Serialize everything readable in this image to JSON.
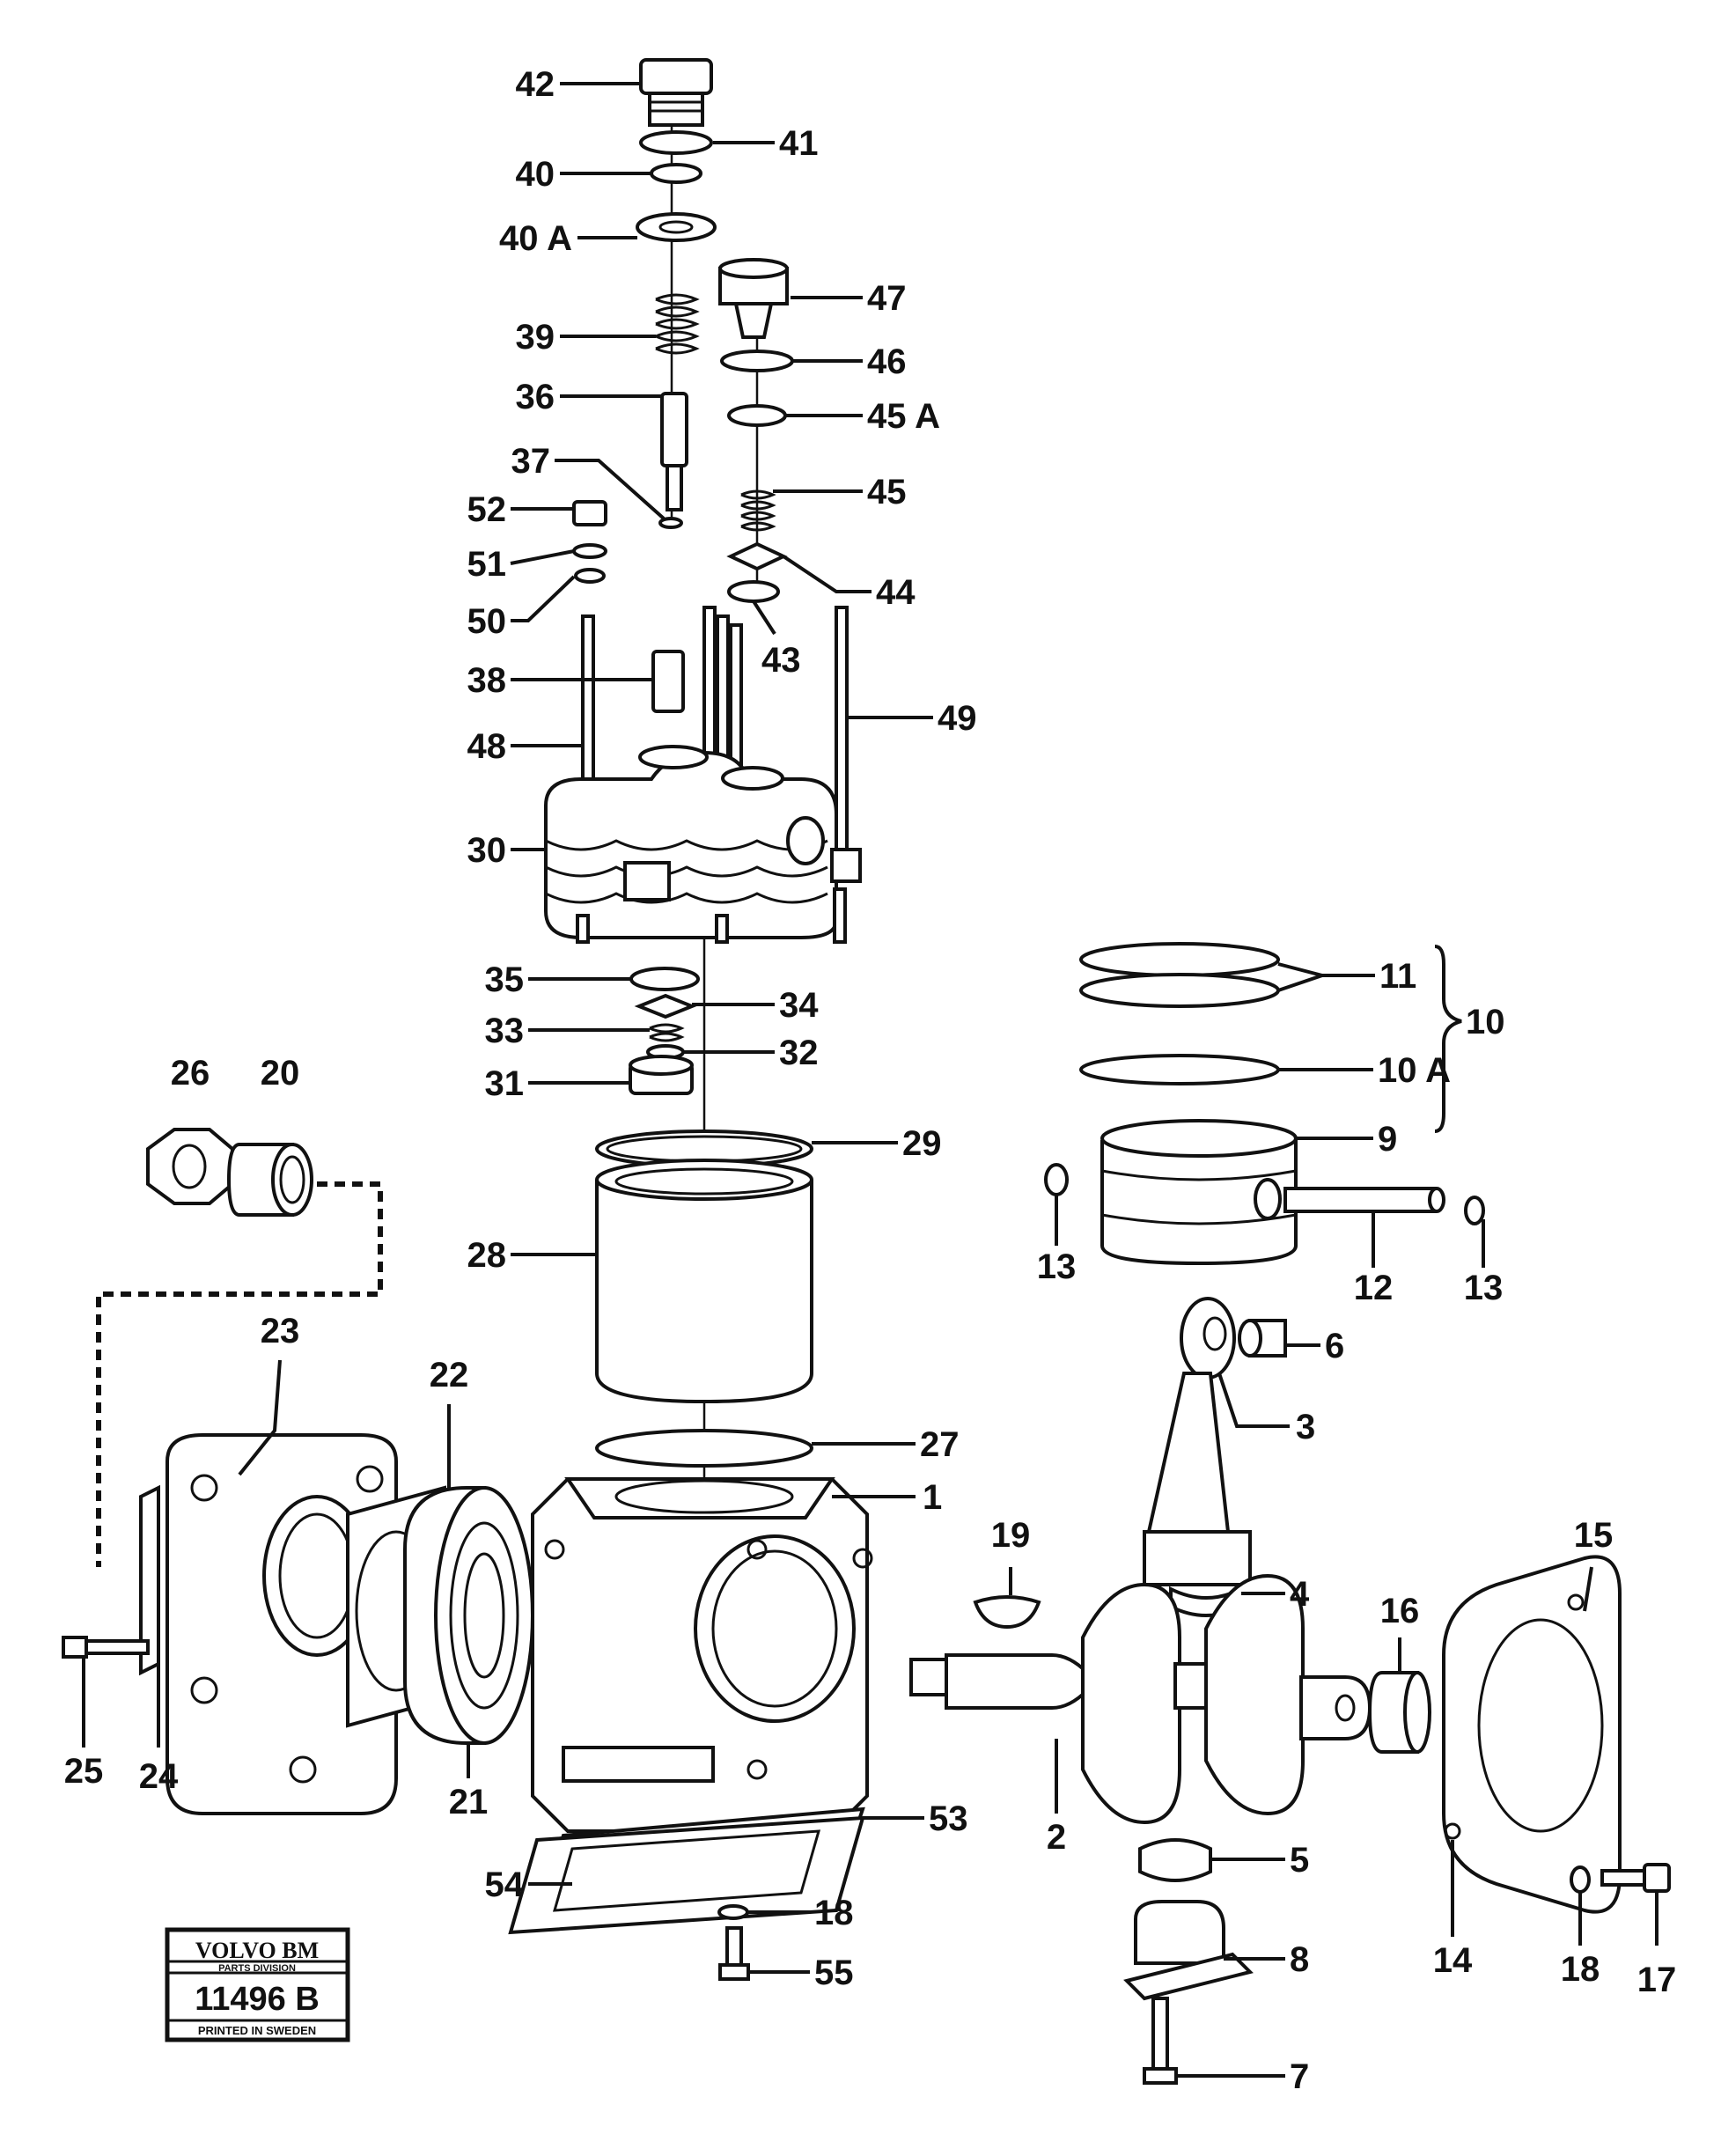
{
  "callouts": [
    "42",
    "41",
    "40",
    "40 A",
    "47",
    "39",
    "46",
    "36",
    "45 A",
    "37",
    "45",
    "52",
    "51",
    "44",
    "50",
    "43",
    "38",
    "49",
    "48",
    "30",
    "35",
    "34",
    "33",
    "32",
    "31",
    "11",
    "10",
    "10 A",
    "26",
    "20",
    "29",
    "9",
    "13",
    "12",
    "13",
    "28",
    "6",
    "23",
    "22",
    "3",
    "27",
    "1",
    "19",
    "4",
    "15",
    "16",
    "25",
    "24",
    "21",
    "53",
    "2",
    "54",
    "5",
    "18",
    "8",
    "55",
    "14",
    "18",
    "17",
    "7"
  ],
  "stamp": {
    "brand": "VOLVO BM",
    "division": "PARTS DIVISION",
    "number": "11496 B",
    "footer": "PRINTED IN SWEDEN"
  }
}
